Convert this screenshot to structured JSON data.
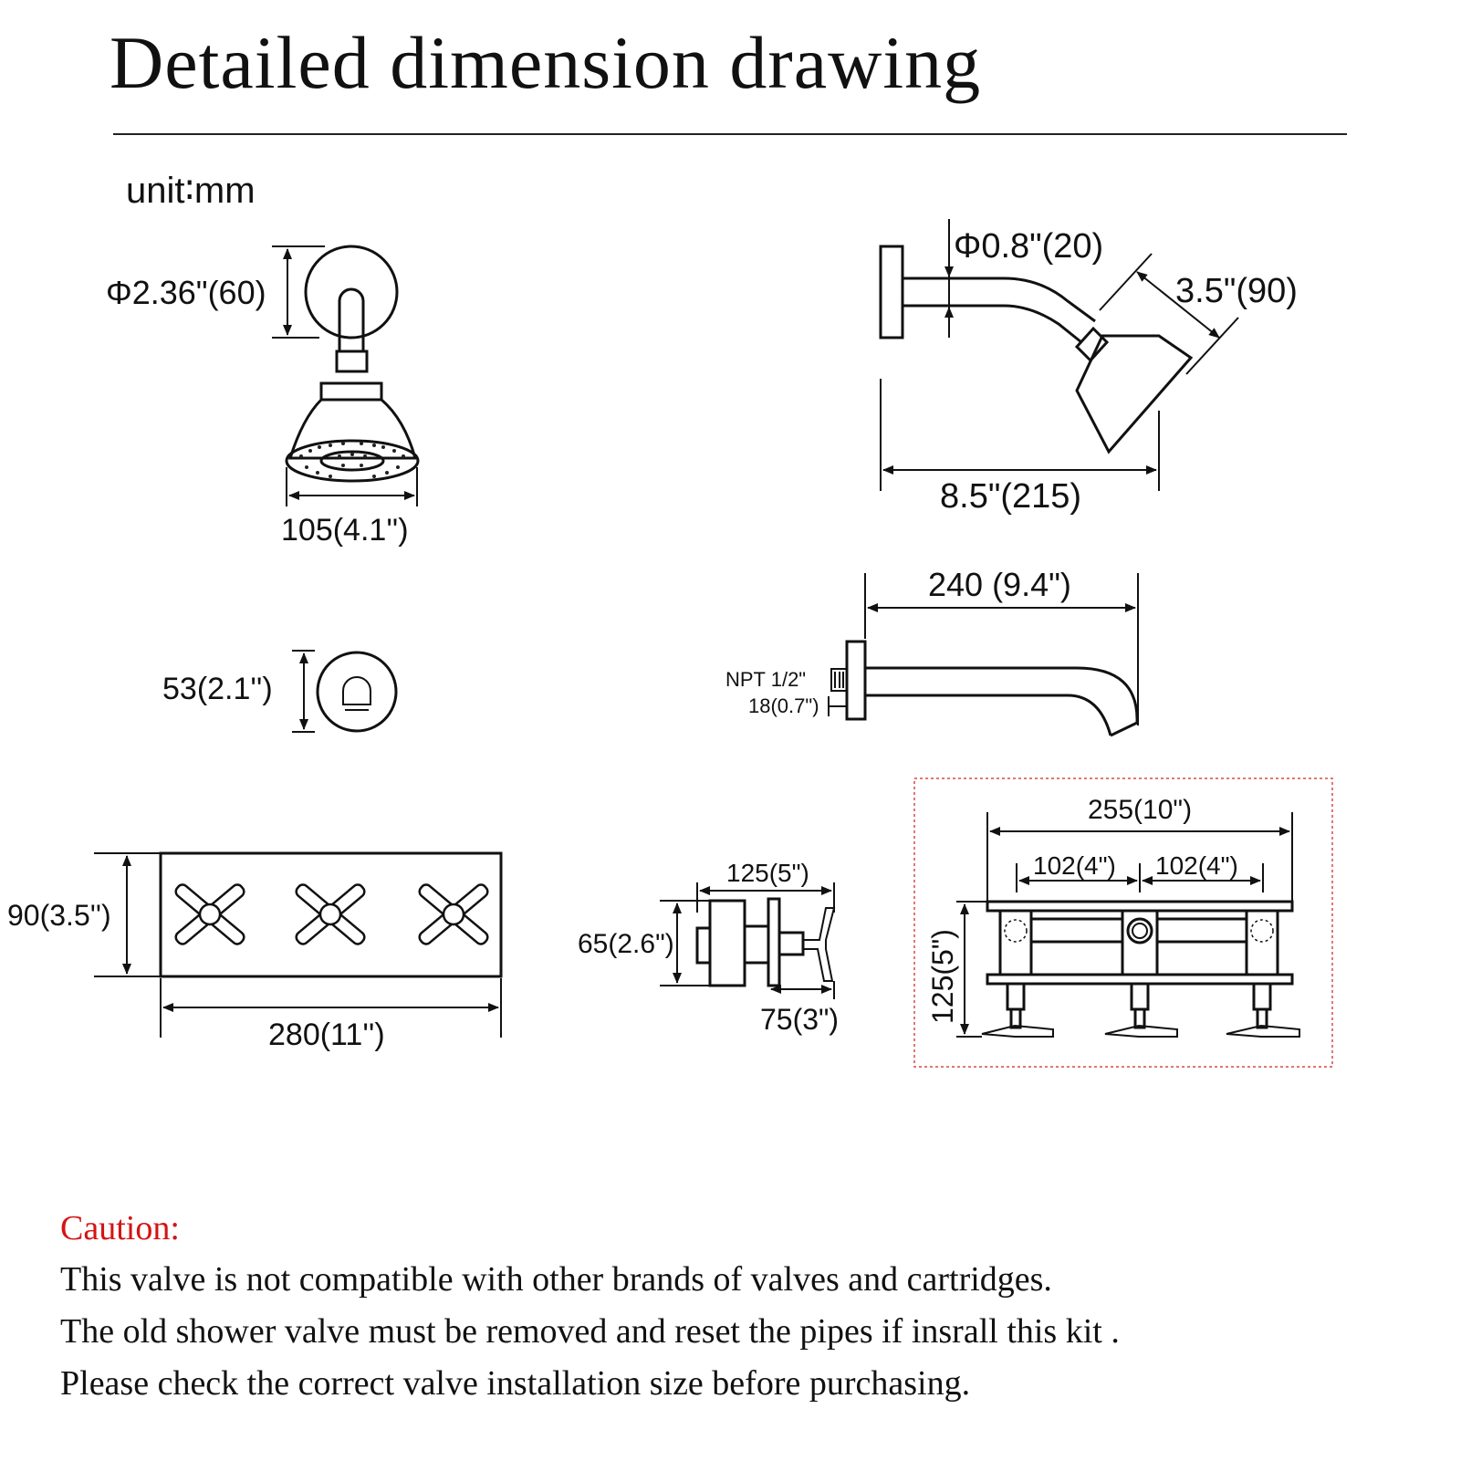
{
  "title": "Detailed dimension drawing",
  "unit": "unit∶mm",
  "dimensions": {
    "arm_flange_diameter": "Φ2.36\"(60)",
    "head_width": "105(4.1'')",
    "pipe_diameter": "Φ0.8\"(20)",
    "head_face": "3.5\"(90)",
    "arm_reach": "8.5\"(215)",
    "spout_length": "240 (9.4\")",
    "npt": "NPT 1/2\"",
    "npt_length": "18(0.7\")",
    "outlet_diameter": "53(2.1'')",
    "plate_height": "90(3.5'')",
    "plate_width": "280(11'')",
    "valve_depth": "125(5\")",
    "valve_height": "65(2.6\")",
    "valve_handle": "75(3\")",
    "body_width": "255(10\")",
    "body_spacing_left": "102(4\")",
    "body_spacing_right": "102(4\")",
    "body_height": "125(5\")"
  },
  "caution": {
    "heading": "Caution:",
    "lines": [
      "This valve is not compatible with other brands of valves and cartridges.",
      "The old shower valve must be removed and reset the pipes if insrall this kit .",
      "Please check the correct valve installation size before purchasing."
    ]
  }
}
